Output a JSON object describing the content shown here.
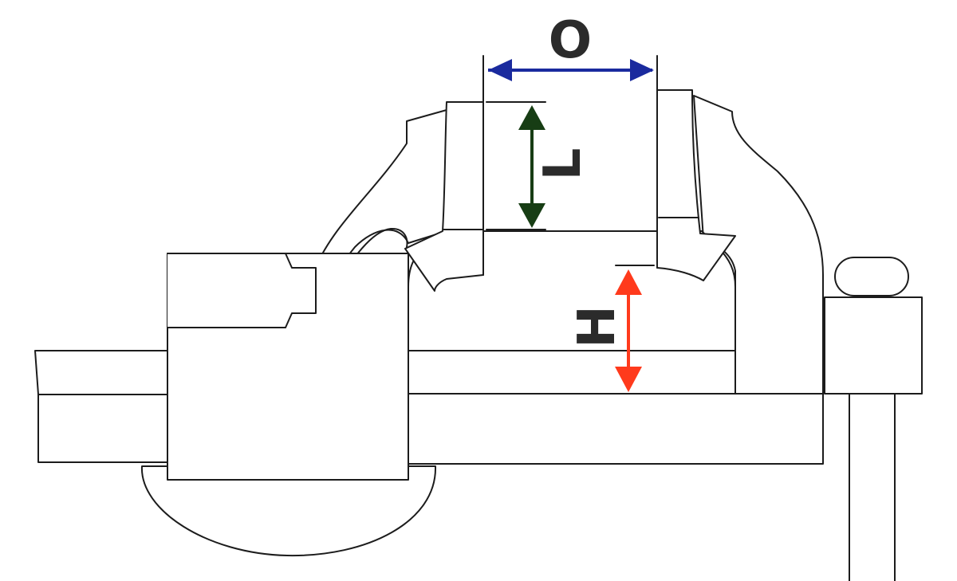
{
  "dimensions": [
    {
      "id": "opening",
      "label": "O",
      "color": "#1a2a9e"
    },
    {
      "id": "jaw-length",
      "label": "L",
      "color": "#173d14"
    },
    {
      "id": "height",
      "label": "H",
      "color": "#ff3a1c"
    }
  ],
  "colors": {
    "outline": "#1c1c1c",
    "label_text": "#2b2b2b",
    "background": "#ffffff"
  }
}
